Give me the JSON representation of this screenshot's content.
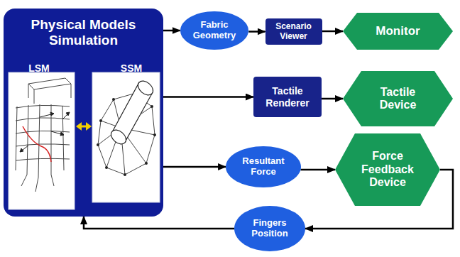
{
  "diagram": {
    "nodes": [
      {
        "text": [
          "Physical Models Simulation",
          "LSM",
          "SSM"
        ]
      },
      {
        "text": [
          "Fabric Geometry"
        ]
      },
      {
        "text": [
          "Scenario Viewer"
        ]
      },
      {
        "text": [
          "Monitor"
        ]
      },
      {
        "text": [
          "Tactile Renderer"
        ]
      },
      {
        "text": [
          "Tactile Device"
        ]
      },
      {
        "text": [
          "Resultant Force"
        ]
      },
      {
        "text": [
          "Force Feedback Device"
        ]
      },
      {
        "text": [
          "Fingers Position"
        ]
      }
    ],
    "edges": [
      {
        "from": 0,
        "to": 1,
        "arrow": "to"
      },
      {
        "from": 1,
        "to": 2,
        "arrow": "to"
      },
      {
        "from": 2,
        "to": 3,
        "arrow": "to"
      },
      {
        "from": 0,
        "to": 4,
        "arrow": "to"
      },
      {
        "from": 4,
        "to": 5,
        "arrow": "to"
      },
      {
        "from": 0,
        "to": 6,
        "arrow": "to"
      },
      {
        "from": 6,
        "to": 7,
        "arrow": "to"
      },
      {
        "from": 7,
        "to": 8,
        "arrow": "to"
      },
      {
        "from": 8,
        "to": 0,
        "arrow": "to"
      }
    ]
  }
}
